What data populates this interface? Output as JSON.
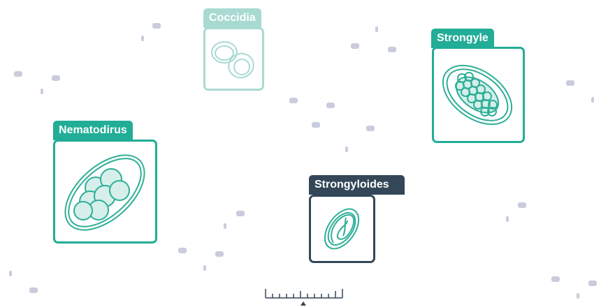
{
  "colors": {
    "teal": "#21ad96",
    "light_teal": "#a9dad2",
    "navy": "#334758",
    "line": "#2eaf98",
    "debris": "#c9ccdc"
  },
  "specimens": [
    {
      "label": "Coccidia",
      "color": "#a9dad2"
    },
    {
      "label": "Strongyle",
      "color": "#21ad96"
    },
    {
      "label": "Nematodirus",
      "color": "#21ad96"
    },
    {
      "label": "Strongyloides",
      "color": "#334758"
    }
  ],
  "scale_icon": "scale-bar-icon"
}
